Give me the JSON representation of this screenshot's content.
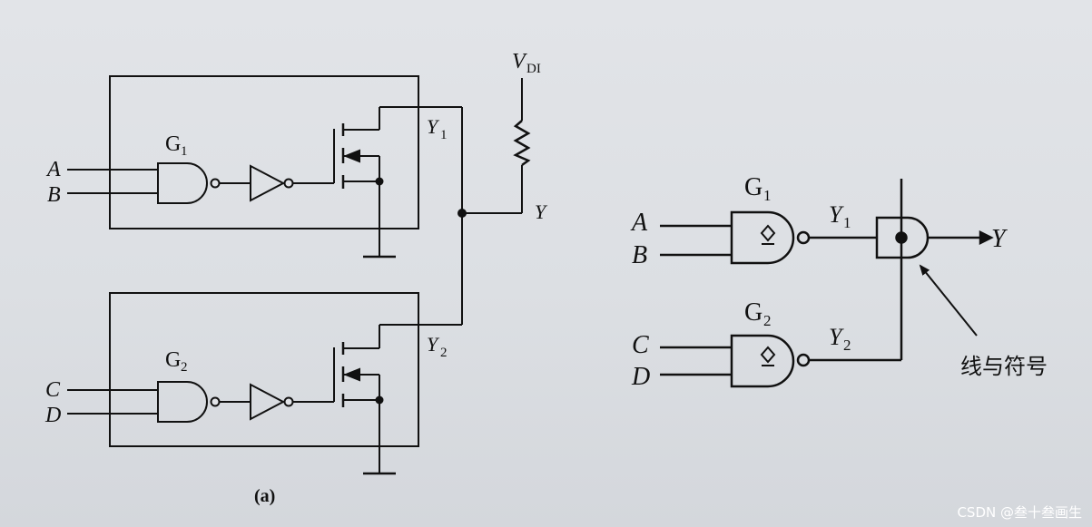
{
  "diagram_a": {
    "vdd_main": "V",
    "vdd_sub": "DI",
    "output_y": "Y",
    "gate1": {
      "name": "G",
      "sub": "1",
      "in1": "A",
      "in2": "B",
      "out": "Y",
      "out_sub": "1"
    },
    "gate2": {
      "name": "G",
      "sub": "2",
      "in1": "C",
      "in2": "D",
      "out": "Y",
      "out_sub": "2"
    },
    "caption": "(a)"
  },
  "diagram_b": {
    "gate1": {
      "name": "G",
      "sub": "1",
      "in1": "A",
      "in2": "B",
      "out": "Y",
      "out_sub": "1"
    },
    "gate2": {
      "name": "G",
      "sub": "2",
      "in1": "C",
      "in2": "D",
      "out": "Y",
      "out_sub": "2"
    },
    "output_y": "Y",
    "wired_and_label": "线与符号"
  },
  "watermark": "CSDN @叁十叁画生"
}
